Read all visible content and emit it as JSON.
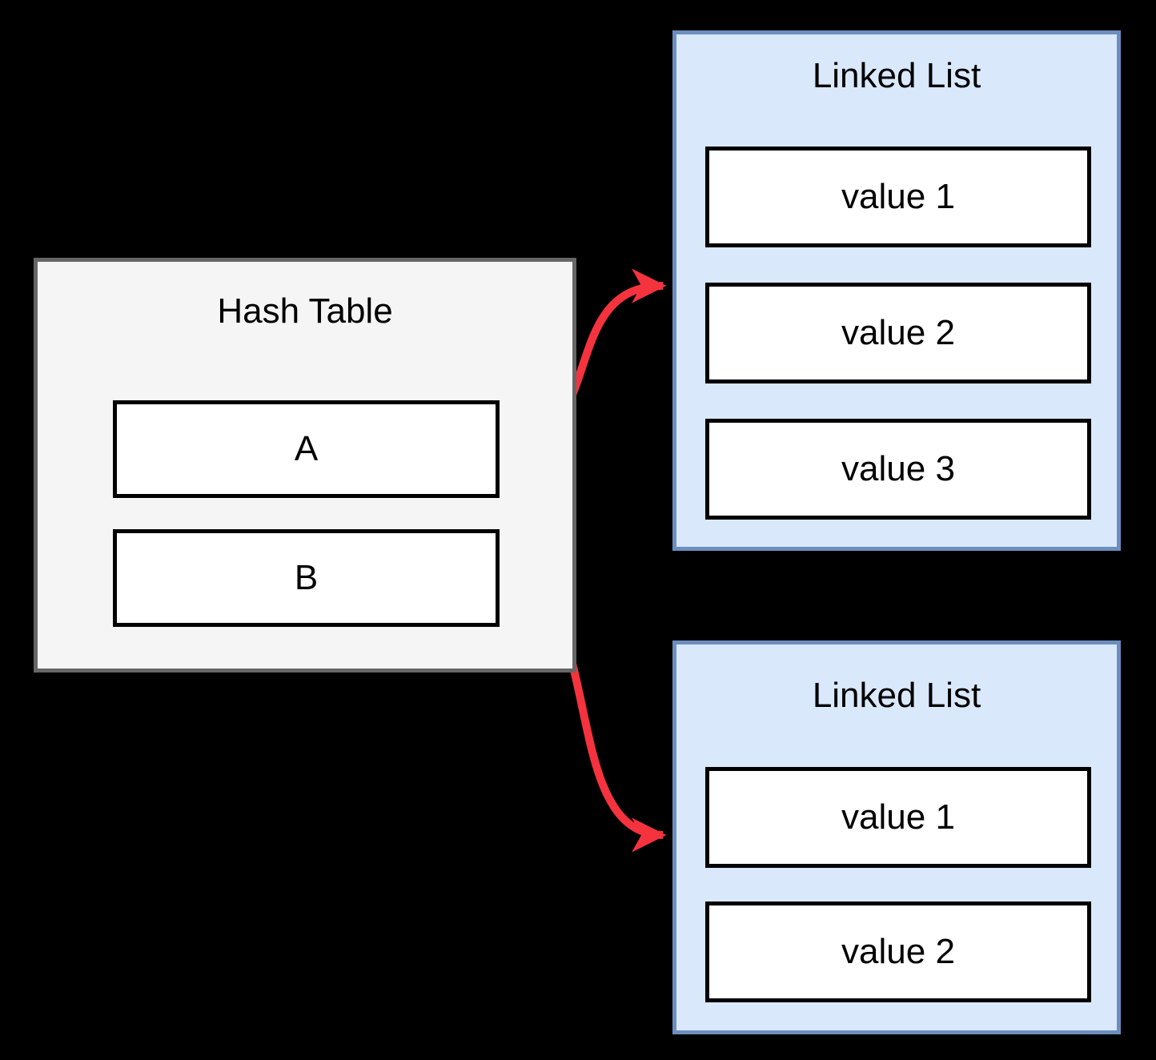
{
  "colors": {
    "background": "#000000",
    "hash_table_fill": "#f5f5f5",
    "hash_table_border": "#666666",
    "linked_list_fill": "#dae8fc",
    "linked_list_border": "#6c8ebf",
    "node_fill": "#ffffff",
    "node_border": "#000000",
    "arrow": "#f5333e",
    "text": "#000000"
  },
  "hash_table": {
    "title": "Hash Table",
    "buckets": [
      {
        "label": "A"
      },
      {
        "label": "B"
      }
    ]
  },
  "linked_list_top": {
    "title": "Linked List",
    "values": [
      "value 1",
      "value 2",
      "value 3"
    ]
  },
  "linked_list_bottom": {
    "title": "Linked List",
    "values": [
      "value 1",
      "value 2"
    ]
  }
}
